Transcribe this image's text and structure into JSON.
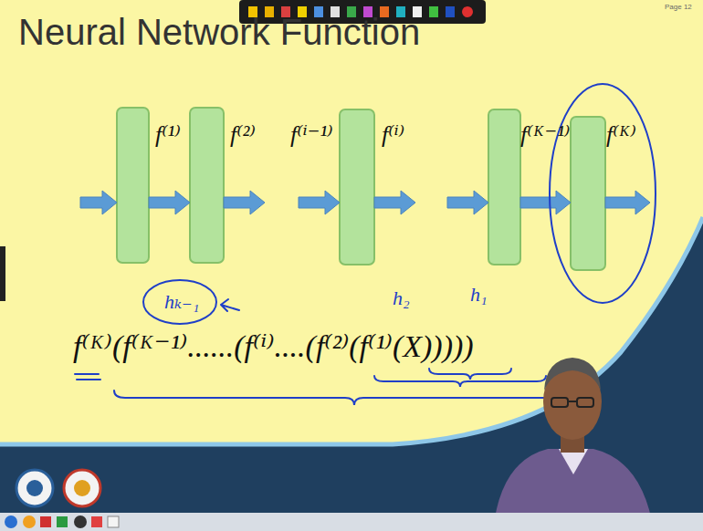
{
  "diagram": {
    "title": "Neural Network Function",
    "labels": [
      "f⁽¹⁾",
      "f⁽²⁾",
      "f⁽ⁱ⁻¹⁾",
      "f⁽ⁱ⁾",
      "f⁽ᴷ⁻¹⁾",
      "f⁽ᴷ⁾",
      "f⁽ᴷ⁾(f⁽ᴷ⁻¹⁾......(f⁽ⁱ⁾....(f⁽²⁾(f⁽¹⁾(X)))))",
      "hₖ₋₁",
      "h₂",
      "h₁",
      "Page 12"
    ]
  }
}
